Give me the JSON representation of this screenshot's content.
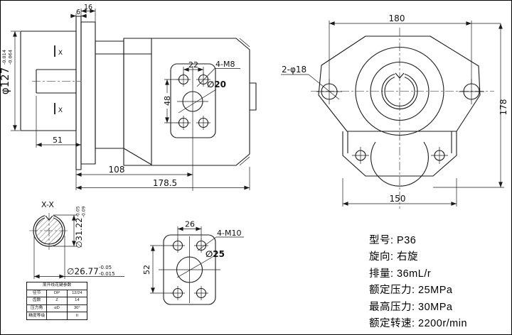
{
  "drawing": {
    "side_view": {
      "dia127": "φ127",
      "dia127_tol_up": "-0.014",
      "dia127_tol_low": "-0.064",
      "dim_6": "6",
      "dim_16": "16",
      "dim_51": "51",
      "dim_108": "108",
      "dim_178_5": "178.5",
      "dim_22": "22",
      "dim_48": "48",
      "thread_label": "4-M8",
      "port_dia": "∅20",
      "section_mark_top": "X",
      "section_mark_bottom": "X"
    },
    "front_view": {
      "dim_180": "180",
      "dim_178": "178",
      "dim_150": "150",
      "hole_label": "2-φ18"
    },
    "section_view": {
      "title": "X-X",
      "dia_major": "∅31.22",
      "dia_major_tol_up": "-0.05",
      "dia_major_tol_low": "-0.09",
      "dia_pin": "∅26.77",
      "dia_pin_tol_up": "-0.05",
      "dia_pin_tol_low": "-0.015"
    },
    "spline_table": {
      "title": "渐开线花键参数",
      "rows": [
        {
          "name": "径节",
          "symbol": "DP",
          "value": "12/24"
        },
        {
          "name": "齿数",
          "symbol": "Z",
          "value": "14"
        },
        {
          "name": "压力角",
          "symbol": "αD",
          "value": "30°"
        },
        {
          "name": "精度等级",
          "symbol": "",
          "value": "II"
        }
      ]
    },
    "port_view": {
      "dim_26": "26",
      "dim_52": "52",
      "thread_label": "4-M10",
      "port_dia": "∅25"
    },
    "specs": {
      "lines": [
        "型号: P36",
        "旋向: 右旋",
        "排量: 36mL/r",
        "额定压力: 25MPa",
        "最高压力: 30MPa",
        "额定转速: 2200r/min"
      ]
    }
  }
}
